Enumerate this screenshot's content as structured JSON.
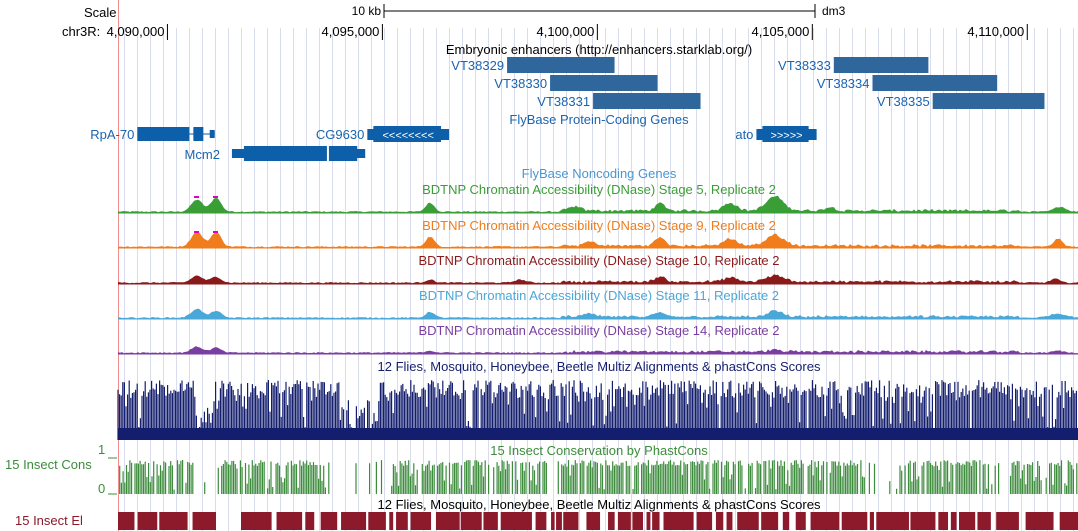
{
  "scale": {
    "label": "Scale",
    "bar_label": "10 kb",
    "assembly": "dm3"
  },
  "chrom": {
    "label": "chr3R:",
    "ticks": [
      {
        "pos": 4090000,
        "label": "4,090,000"
      },
      {
        "pos": 4095000,
        "label": "4,095,000"
      },
      {
        "pos": 4100000,
        "label": "4,100,000"
      },
      {
        "pos": 4105000,
        "label": "4,105,000"
      },
      {
        "pos": 4110000,
        "label": "4,110,000"
      }
    ]
  },
  "enhancers": {
    "title": "Embryonic enhancers (http://enhancers.starklab.org/)",
    "items": [
      {
        "name": "VT38329",
        "start": 4097900,
        "end": 4100400,
        "row": 0
      },
      {
        "name": "VT38330",
        "start": 4098900,
        "end": 4101400,
        "row": 1
      },
      {
        "name": "VT38331",
        "start": 4099900,
        "end": 4102400,
        "row": 2
      },
      {
        "name": "VT38333",
        "start": 4105500,
        "end": 4107700,
        "row": 0
      },
      {
        "name": "VT38334",
        "start": 4106400,
        "end": 4109300,
        "row": 1
      },
      {
        "name": "VT38335",
        "start": 4107800,
        "end": 4110400,
        "row": 2
      }
    ]
  },
  "genes": {
    "title": "FlyBase Protein-Coding Genes",
    "items": [
      {
        "name": "RpA-70",
        "start": 4089300,
        "end": 4091100,
        "strand": ""
      },
      {
        "name": "Mcm2",
        "start": 4091500,
        "end": 4094600,
        "strand": ""
      },
      {
        "name": "CG9630",
        "start": 4094650,
        "end": 4096550,
        "strand": "<"
      },
      {
        "name": "ato",
        "start": 4103700,
        "end": 4105100,
        "strand": ">"
      }
    ]
  },
  "noncoding": {
    "title": "FlyBase Noncoding Genes"
  },
  "dnase_tracks": [
    {
      "title": "BDTNP Chromatin Accessibility (DNase) Stage 5, Replicate 2",
      "color": "#3a9e36"
    },
    {
      "title": "BDTNP Chromatin Accessibility (DNase) Stage 9, Replicate 2",
      "color": "#f07c1c"
    },
    {
      "title": "BDTNP Chromatin Accessibility (DNase) Stage 10, Replicate 2",
      "color": "#8a1a1a"
    },
    {
      "title": "BDTNP Chromatin Accessibility (DNase) Stage 11, Replicate 2",
      "color": "#4aa8d8"
    },
    {
      "title": "BDTNP Chromatin Accessibility (DNase) Stage 14, Replicate 2",
      "color": "#7a3ea0"
    }
  ],
  "multiz": {
    "title": "12 Flies, Mosquito, Honeybee, Beetle Multiz Alignments & phastCons Scores",
    "color": "#141e6e"
  },
  "phastcons": {
    "title": "15 Insect Conservation by PhastCons",
    "label": "15 Insect Cons",
    "max": "1",
    "min": "0",
    "color": "#3c8c3c"
  },
  "elements": {
    "title": "12 Flies, Mosquito, Honeybee, Beetle Multiz Alignments & phastCons Scores",
    "label": "15 Insect El",
    "color": "#8c1a2a"
  },
  "colors": {
    "gene": "#0c5fa8",
    "enhancer": "#2f679c",
    "link": "#1a64b0",
    "grid": "#d8dcec",
    "left_rule": "#f08c8c"
  }
}
